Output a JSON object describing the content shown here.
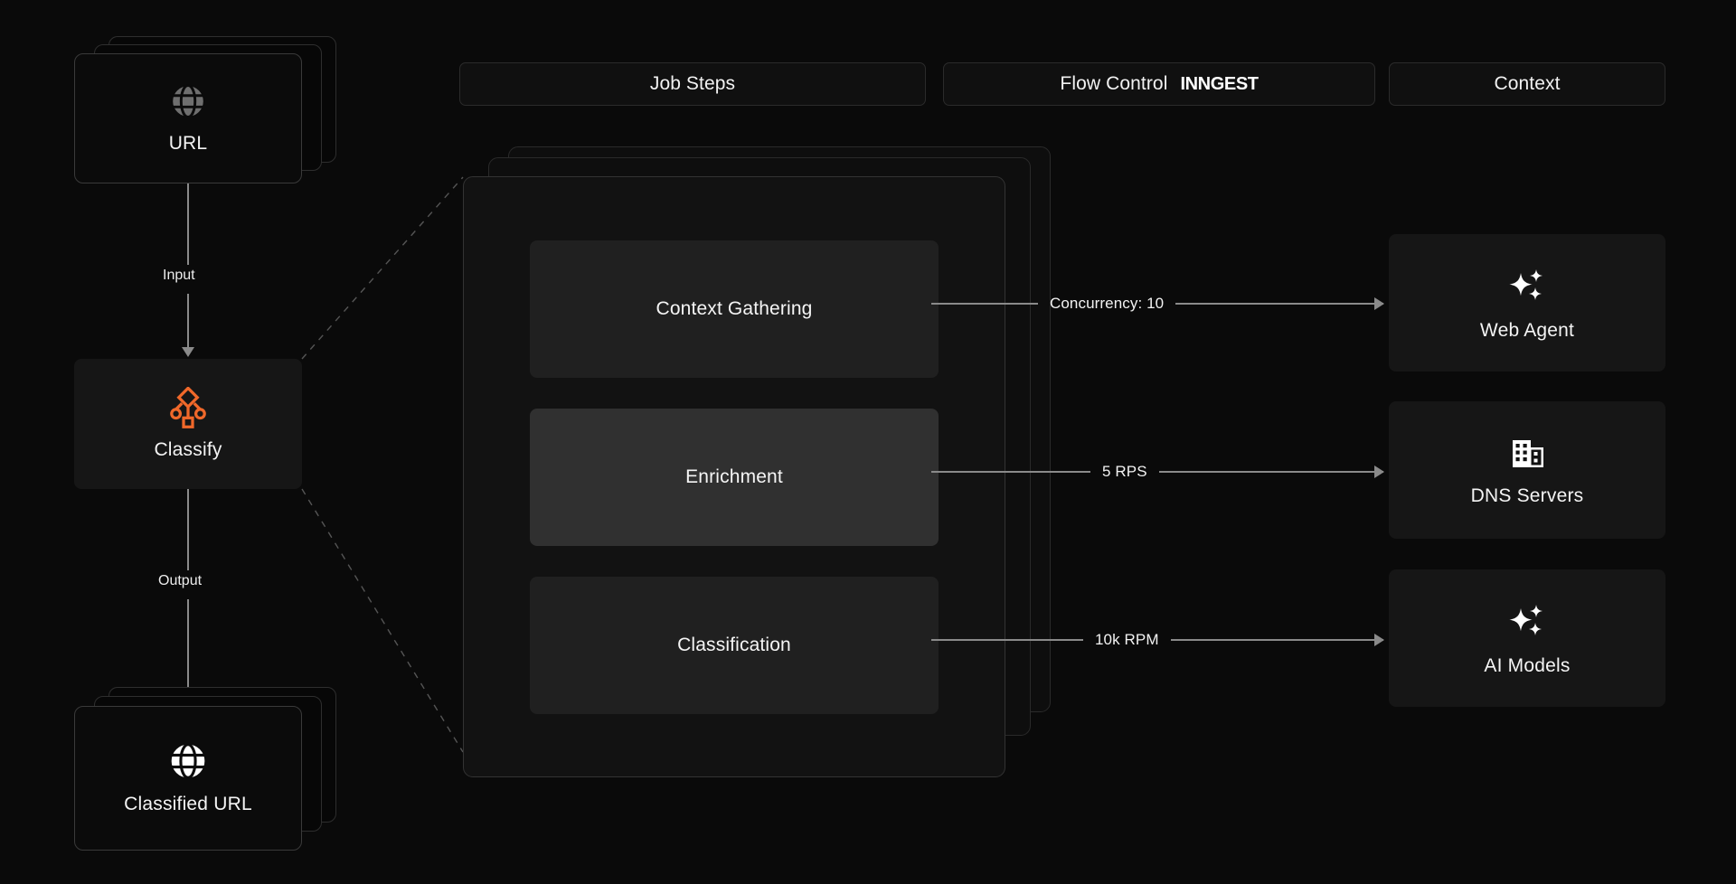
{
  "headers": [
    {
      "id": "job-steps",
      "label": "Job Steps",
      "brand": ""
    },
    {
      "id": "flow-control",
      "label": "Flow Control",
      "brand": "INNGEST"
    },
    {
      "id": "context",
      "label": "Context",
      "brand": ""
    }
  ],
  "left_column": {
    "input_card": {
      "label": "URL",
      "icon": "globe-icon"
    },
    "input_edge": {
      "label": "Input"
    },
    "process": {
      "label": "Classify",
      "icon": "workflow-icon"
    },
    "output_edge": {
      "label": "Output"
    },
    "output_card": {
      "label": "Classified URL",
      "icon": "globe-icon"
    }
  },
  "job_steps": {
    "steps": [
      {
        "label": "Context Gathering",
        "active": false
      },
      {
        "label": "Enrichment",
        "active": true
      },
      {
        "label": "Classification",
        "active": false
      }
    ]
  },
  "flow_control": {
    "connectors": [
      {
        "label": "Concurrency: 10"
      },
      {
        "label": "5 RPS"
      },
      {
        "label": "10k RPM"
      }
    ]
  },
  "context": {
    "cards": [
      {
        "label": "Web Agent",
        "icon": "sparkles-icon"
      },
      {
        "label": "DNS Servers",
        "icon": "building-icon"
      },
      {
        "label": "AI Models",
        "icon": "sparkles-icon"
      }
    ]
  },
  "colors": {
    "background": "#0a0a0a",
    "accent": "#f0682a",
    "card": "#161616",
    "step": "#202020",
    "step_active": "#303030",
    "line": "#8a8a8a",
    "text": "#f2f2f2"
  }
}
